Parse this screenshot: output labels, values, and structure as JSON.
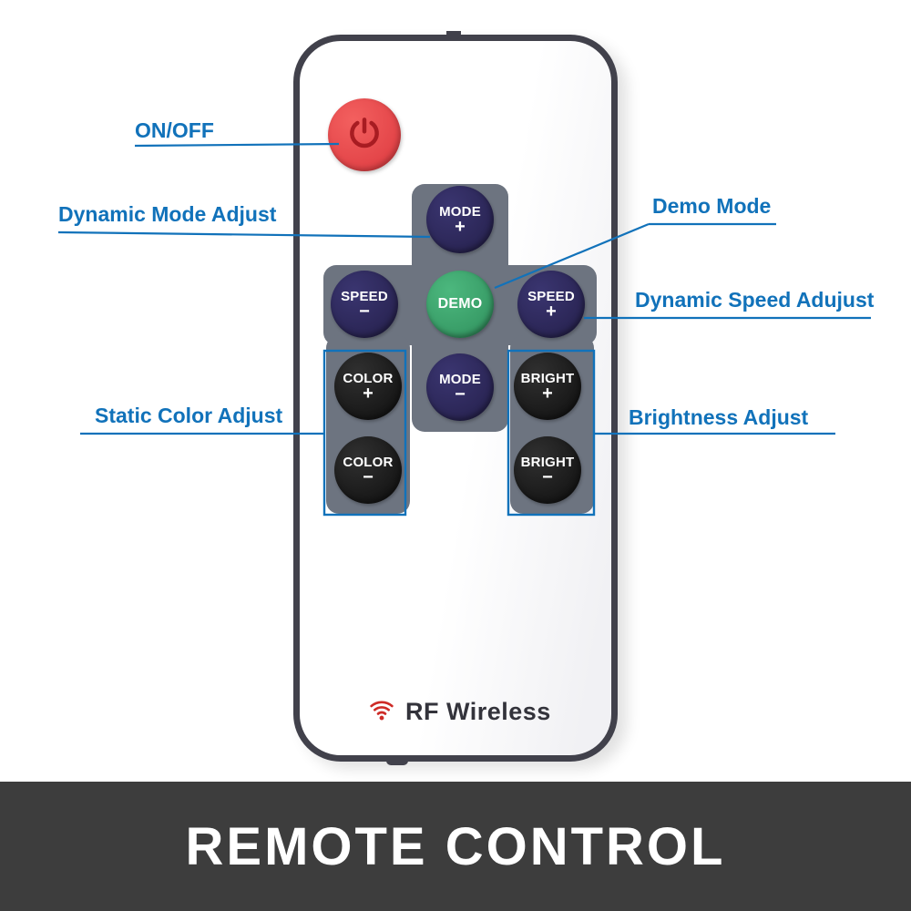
{
  "banner": {
    "title": "REMOTE CONTROL"
  },
  "remote": {
    "brand": "RF Wireless",
    "buttons": {
      "mode_plus": {
        "word": "MODE",
        "sign": "+"
      },
      "speed_minus": {
        "word": "SPEED",
        "sign": "−"
      },
      "demo": {
        "word": "DEMO"
      },
      "speed_plus": {
        "word": "SPEED",
        "sign": "+"
      },
      "mode_minus": {
        "word": "MODE",
        "sign": "−"
      },
      "color_plus": {
        "word": "COLOR",
        "sign": "+"
      },
      "color_minus": {
        "word": "COLOR",
        "sign": "−"
      },
      "bright_plus": {
        "word": "BRIGHT",
        "sign": "+"
      },
      "bright_minus": {
        "word": "BRIGHT",
        "sign": "−"
      }
    },
    "icons": {
      "power": "power-icon",
      "wifi": "wifi-signal-icon"
    }
  },
  "annotations": {
    "on_off": "ON/OFF",
    "dynamic_mode": "Dynamic Mode Adjust",
    "demo_mode": "Demo Mode",
    "dynamic_speed": "Dynamic Speed Adujust",
    "static_color": "Static Color Adjust",
    "brightness": "Brightness Adjust"
  },
  "colors": {
    "annotation_blue": "#1172ba",
    "power_red": "#e2413f",
    "demo_green": "#3ca36b",
    "navy_button": "#2d2a57",
    "black_button": "#161616",
    "pad_gray": "#6d7480",
    "banner_bg": "#3d3d3d",
    "remote_border": "#41414b"
  }
}
